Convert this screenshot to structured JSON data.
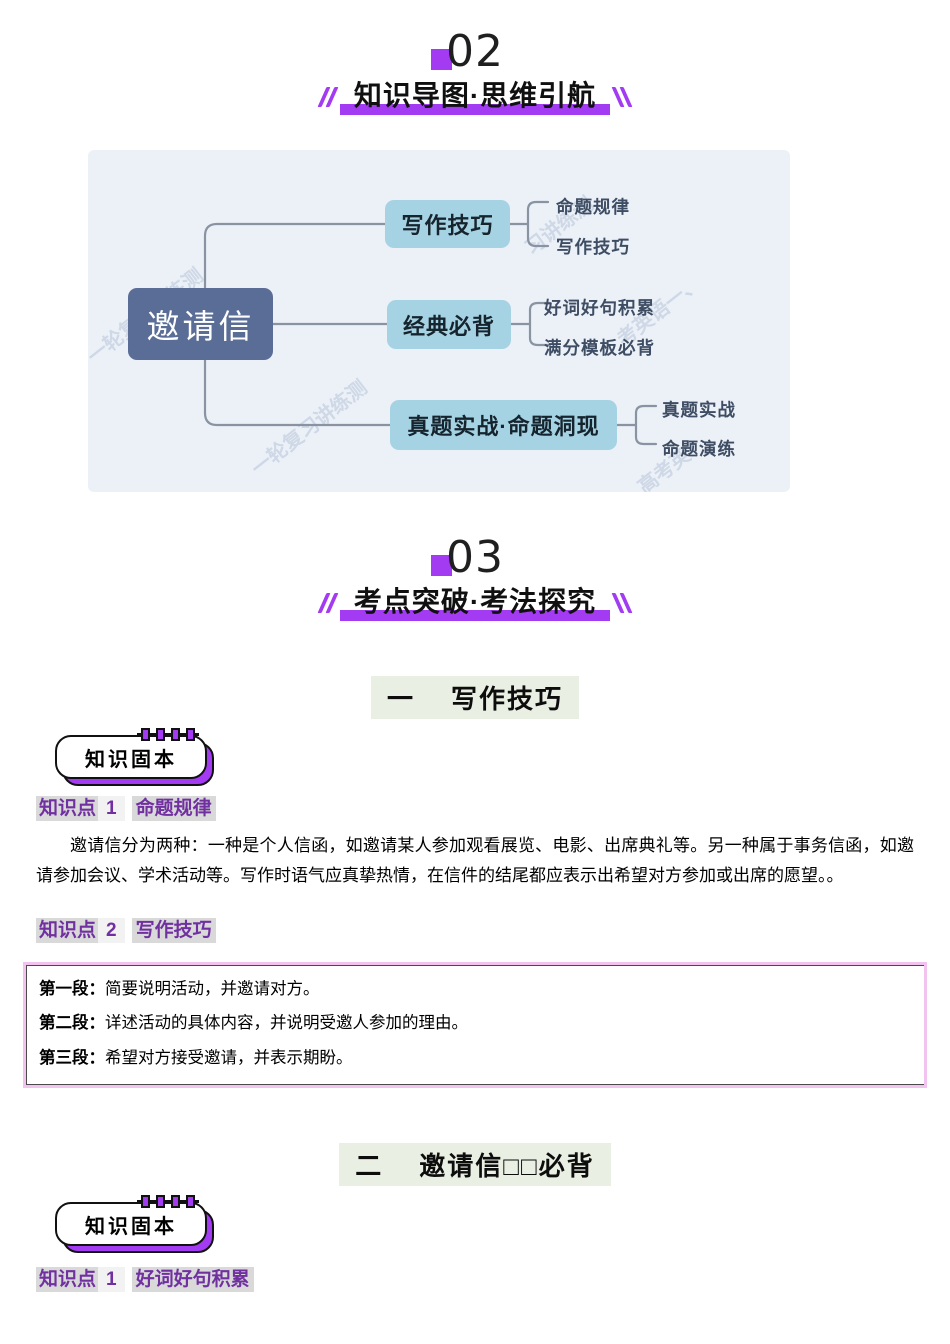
{
  "colors": {
    "accent_purple": "#A33BF2",
    "knowledge_purple": "#7030A0",
    "gray_highlight": "#D9D9D9",
    "green_highlight": "#E9EFE3",
    "pink_border": "#F3C3EF",
    "map_background": "#ECF1F8",
    "root_node": "#5A6D96",
    "branch_node": "#A5D3E3",
    "connector_line": "#8A93A1"
  },
  "section02": {
    "number": "02",
    "title": "知识导图·思维引航"
  },
  "mindmap": {
    "root": "邀请信",
    "branches": [
      {
        "label": "写作技巧",
        "children": [
          "命题规律",
          "写作技巧"
        ]
      },
      {
        "label": "经典必背",
        "children": [
          "好词好句积累",
          "满分模板必背"
        ]
      },
      {
        "label": "真题实战·命题洞现",
        "children": [
          "真题实战",
          "命题演练"
        ]
      }
    ],
    "watermarks": [
      "一轮复习讲练测",
      "习讲练测",
      "考英语一、",
      "一轮复习讲练测",
      "高考英"
    ]
  },
  "section03": {
    "number": "03",
    "title": "考点突破·考法探究"
  },
  "part1": {
    "numeral": "一",
    "title": "写作技巧",
    "badge": "知识固本",
    "points": [
      {
        "label": "知识点",
        "num": "1",
        "name": "命题规律"
      },
      {
        "label": "知识点",
        "num": "2",
        "name": "写作技巧"
      }
    ],
    "paragraph": "邀请信分为两种：一种是个人信函，如邀请某人参加观看展览、电影、出席典礼等。另一种属于事务信函，如邀请参加会议、学术活动等。写作时语气应真挚热情，在信件的结尾都应表示出希望对方参加或出席的愿望。。",
    "box": [
      {
        "label": "第一段：",
        "text": "简要说明活动，并邀请对方。"
      },
      {
        "label": "第二段：",
        "text": "详述活动的具体内容，并说明受邀人参加的理由。"
      },
      {
        "label": "第三段：",
        "text": "希望对方接受邀请，并表示期盼。"
      }
    ]
  },
  "part2": {
    "numeral": "二",
    "title": "邀请信□□必背",
    "badge": "知识固本",
    "point": {
      "label": "知识点",
      "num": "1",
      "name": "好词好句积累"
    }
  }
}
